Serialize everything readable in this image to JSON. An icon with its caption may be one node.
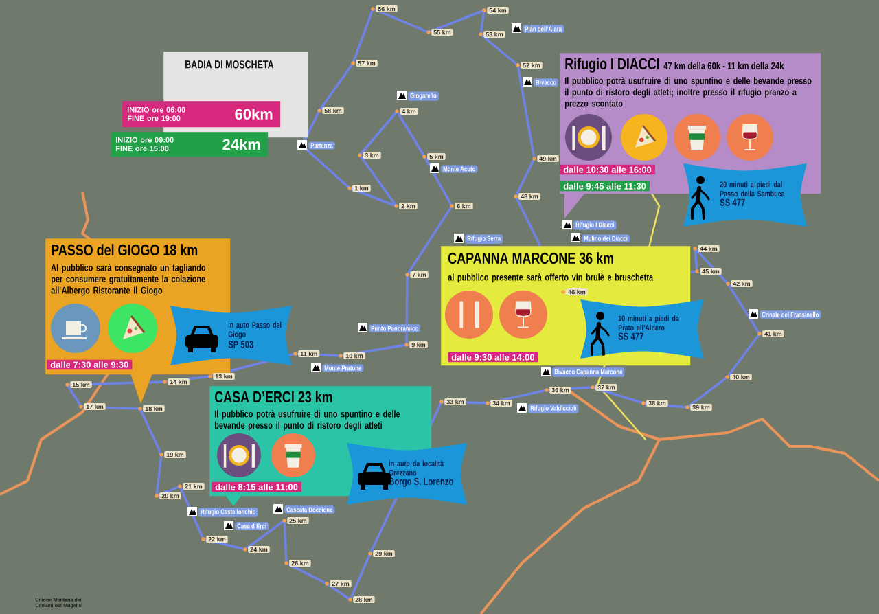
{
  "diagram": {
    "nodes": [
      {
        "text": [
          "BADIA DI MOSCHETA"
        ]
      },
      {
        "text": [
          "INIZIO ore 06:00 FINE ore 19:00",
          "60km"
        ]
      },
      {
        "text": [
          "INIZIO ore 09:00 FINE ore 15:00",
          "24km"
        ]
      },
      {
        "text": [
          "Rifugio I DIACCI",
          "47 km della 60k - 11 km della 24k",
          "Il pubblico potrà usufruire di uno spuntino e delle bevande presso il punto di ristoro degli atleti; inoltre presso il rifugio pranzo a prezzo scontato"
        ]
      },
      {
        "text": [
          "dalle 10:30 alle 16:00"
        ],
        "in": 3
      },
      {
        "text": [
          "dalle 9:45 alle 11:30"
        ],
        "in": 3
      },
      {
        "text": [
          "20 minuti a piedi dal Passo della Sambuca",
          "SS 477"
        ]
      },
      {
        "text": [
          "PASSO del GIOGO 18 km",
          "Al pubblico sarà consegnato un tagliando per consumere gratuitamente la colazione all'Albergo Ristorante Il Giogo"
        ]
      },
      {
        "text": [
          "dalle 7:30 alle 9:30"
        ],
        "in": 7
      },
      {
        "text": [
          "in auto Passo del Giogo",
          "SP 503"
        ]
      },
      {
        "text": [
          "CAPANNA MARCONE 36 km",
          "al pubblico presente sarà offerto vin brulè e bruschetta"
        ]
      },
      {
        "text": [
          "dalle 9:30 alle 14:00"
        ],
        "in": 10
      },
      {
        "text": [
          "10 minuti a piedi da Prato all’Albero",
          "SS 477"
        ]
      },
      {
        "text": [
          "CASA D’ERCI 23 km",
          "Il pubblico potrà usufruire di uno spuntino e delle bevande presso il punto di ristoro degli atleti"
        ]
      },
      {
        "text": [
          "dalle 8:15 alle 11:00"
        ],
        "in": 13
      },
      {
        "text": [
          "in auto da località Grezzano",
          "Borgo S. Lorenzo"
        ]
      }
    ],
    "labels": [
      "1 km",
      "2 km",
      "3 km",
      "4 km",
      "5 km",
      "6 km",
      "7 km",
      "9 km",
      "10 km",
      "11 km",
      "13 km",
      "14 km",
      "15 km",
      "17 km",
      "18 km",
      "19 km",
      "20 km",
      "21 km",
      "22 km",
      "24 km",
      "25 km",
      "26 km",
      "27 km",
      "28 km",
      "29 km",
      "33 km",
      "34 km",
      "36 km",
      "37 km",
      "38 km",
      "39 km",
      "40 km",
      "41 km",
      "42 km",
      "44 km",
      "45 km",
      "46 km",
      "48 km",
      "49 km",
      "52 km",
      "53 km",
      "54 km",
      "55 km",
      "56 km",
      "57 km",
      "58 km",
      "Partenza",
      "Giogarello",
      "Monte Acuto",
      "Plan dell'Alara",
      "Bivacco",
      "Rifugio Serra",
      "Rifugio I Diacci",
      "Mulino dei Diacci",
      "Punto Panoramico",
      "Monte Pratone",
      "Bivacco Capanna Marcone",
      "Rifugio Valdiccioli",
      "Crinale del Frassinello",
      "Rifugio Castellonchio",
      "Casa d'Erci",
      "Cascata Doccione",
      "Unione Montana dei Comuni del Mugello"
    ]
  }
}
